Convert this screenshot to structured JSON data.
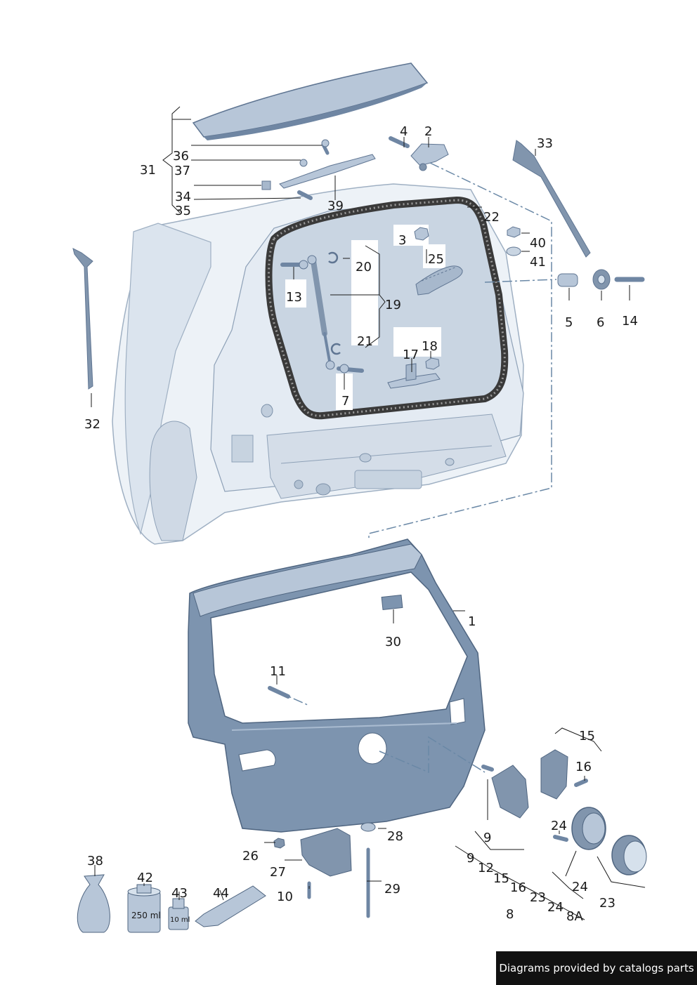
{
  "colors": {
    "part_fill": "#b7c6d8",
    "part_light": "#d6e1ec",
    "part_dark": "#6f86a3",
    "body_line": "#9fb0c3",
    "leader": "#1a1a1a",
    "seal": "#3a3a3a"
  },
  "labels": [
    {
      "id": "1",
      "text": "1"
    },
    {
      "id": "2",
      "text": "2"
    },
    {
      "id": "3",
      "text": "3"
    },
    {
      "id": "4",
      "text": "4"
    },
    {
      "id": "5",
      "text": "5"
    },
    {
      "id": "6",
      "text": "6"
    },
    {
      "id": "7",
      "text": "7"
    },
    {
      "id": "8",
      "text": "8"
    },
    {
      "id": "8A",
      "text": "8A"
    },
    {
      "id": "9a",
      "text": "9"
    },
    {
      "id": "9b",
      "text": "9"
    },
    {
      "id": "10",
      "text": "10"
    },
    {
      "id": "11",
      "text": "11"
    },
    {
      "id": "12",
      "text": "12"
    },
    {
      "id": "13",
      "text": "13"
    },
    {
      "id": "14",
      "text": "14"
    },
    {
      "id": "15a",
      "text": "15"
    },
    {
      "id": "15b",
      "text": "15"
    },
    {
      "id": "16a",
      "text": "16"
    },
    {
      "id": "16b",
      "text": "16"
    },
    {
      "id": "17",
      "text": "17"
    },
    {
      "id": "18",
      "text": "18"
    },
    {
      "id": "19",
      "text": "19"
    },
    {
      "id": "20",
      "text": "20"
    },
    {
      "id": "21",
      "text": "21"
    },
    {
      "id": "22",
      "text": "22"
    },
    {
      "id": "23a",
      "text": "23"
    },
    {
      "id": "23b",
      "text": "23"
    },
    {
      "id": "24a",
      "text": "24"
    },
    {
      "id": "24b",
      "text": "24"
    },
    {
      "id": "24c",
      "text": "24"
    },
    {
      "id": "25",
      "text": "25"
    },
    {
      "id": "26",
      "text": "26"
    },
    {
      "id": "27",
      "text": "27"
    },
    {
      "id": "28",
      "text": "28"
    },
    {
      "id": "29",
      "text": "29"
    },
    {
      "id": "30",
      "text": "30"
    },
    {
      "id": "31",
      "text": "31"
    },
    {
      "id": "32",
      "text": "32"
    },
    {
      "id": "33",
      "text": "33"
    },
    {
      "id": "34",
      "text": "34"
    },
    {
      "id": "35",
      "text": "35"
    },
    {
      "id": "36",
      "text": "36"
    },
    {
      "id": "37",
      "text": "37"
    },
    {
      "id": "38",
      "text": "38"
    },
    {
      "id": "39",
      "text": "39"
    },
    {
      "id": "40",
      "text": "40"
    },
    {
      "id": "41",
      "text": "41"
    },
    {
      "id": "42",
      "text": "42"
    },
    {
      "id": "43",
      "text": "43"
    },
    {
      "id": "44",
      "text": "44"
    }
  ],
  "bottle_250": "250 ml",
  "bottle_10": "10 ml",
  "watermark": "Diagrams provided by catalogs parts"
}
